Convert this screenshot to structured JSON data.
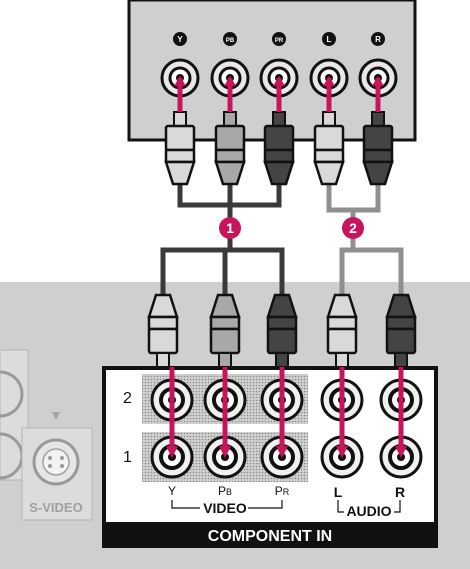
{
  "device_top": {
    "jacks": [
      {
        "label": "Y",
        "color": "#d9d9d9"
      },
      {
        "label": "PB",
        "color": "#a8a8a8"
      },
      {
        "label": "PR",
        "color": "#444444"
      },
      {
        "label": "L",
        "color": "#d9d9d9"
      },
      {
        "label": "R",
        "color": "#444444"
      }
    ]
  },
  "callouts": [
    {
      "label": "1"
    },
    {
      "label": "2"
    }
  ],
  "tv_panel": {
    "row_labels": [
      "2",
      "1"
    ],
    "video_sub": {
      "y": "Y",
      "pb_main": "P",
      "pb_sub": "B",
      "pr_main": "P",
      "pr_sub": "R"
    },
    "video_label": "VIDEO",
    "audio_lr": {
      "l": "L",
      "r": "R"
    },
    "audio_label": "AUDIO",
    "component_label": "COMPONENT IN",
    "svideo_label": "S-VIDEO"
  },
  "colors": {
    "accent": "#c8145a",
    "panel_gray": "#cfcfcf",
    "dark": "#111111"
  }
}
